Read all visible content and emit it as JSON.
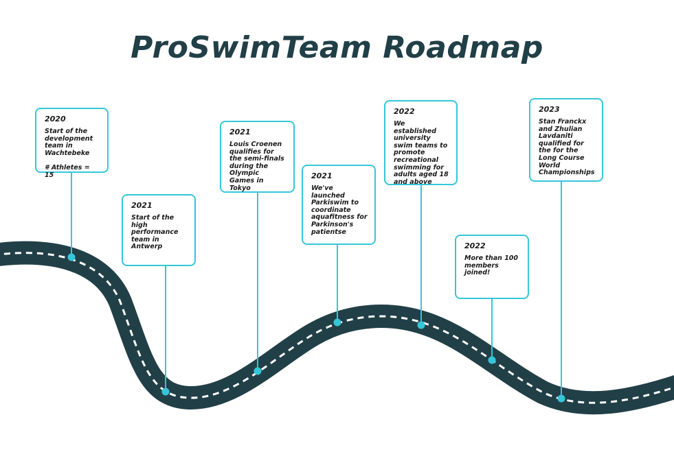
{
  "title": "ProSwimTeam Roadmap",
  "colors": {
    "road": "#213f47",
    "accent": "#35c6d9",
    "dash": "#ffffff"
  },
  "milestones": [
    {
      "year": "2020",
      "text": "Start of the\ndevelopment\nteam in\nWachtebeke\n\n# Athletes = 15"
    },
    {
      "year": "2021",
      "text": "Start of the\nhigh\nperformance\nteam in\nAntwerp"
    },
    {
      "year": "2021",
      "text": "Louis Croenen\nqualifies for\nthe semi-finals\nduring the\nOlympic\nGames in\nTokyo"
    },
    {
      "year": "2021",
      "text": "We've launched\nParkiswim to\ncoordinate\naquafitness for\nParkinson's\npatientse"
    },
    {
      "year": "2022",
      "text": "We established\nuniversity\nswim teams to\npromote\nrecreational\nswimming for\nadults aged 18\nand above"
    },
    {
      "year": "2022",
      "text": "More than 100\nmembers\njoined!"
    },
    {
      "year": "2023",
      "text": "Stan Franckx\nand Zhulian\nLavdaniti\nqualified for\nthe for the\nLong Course\nWorld\nChampionships"
    }
  ]
}
